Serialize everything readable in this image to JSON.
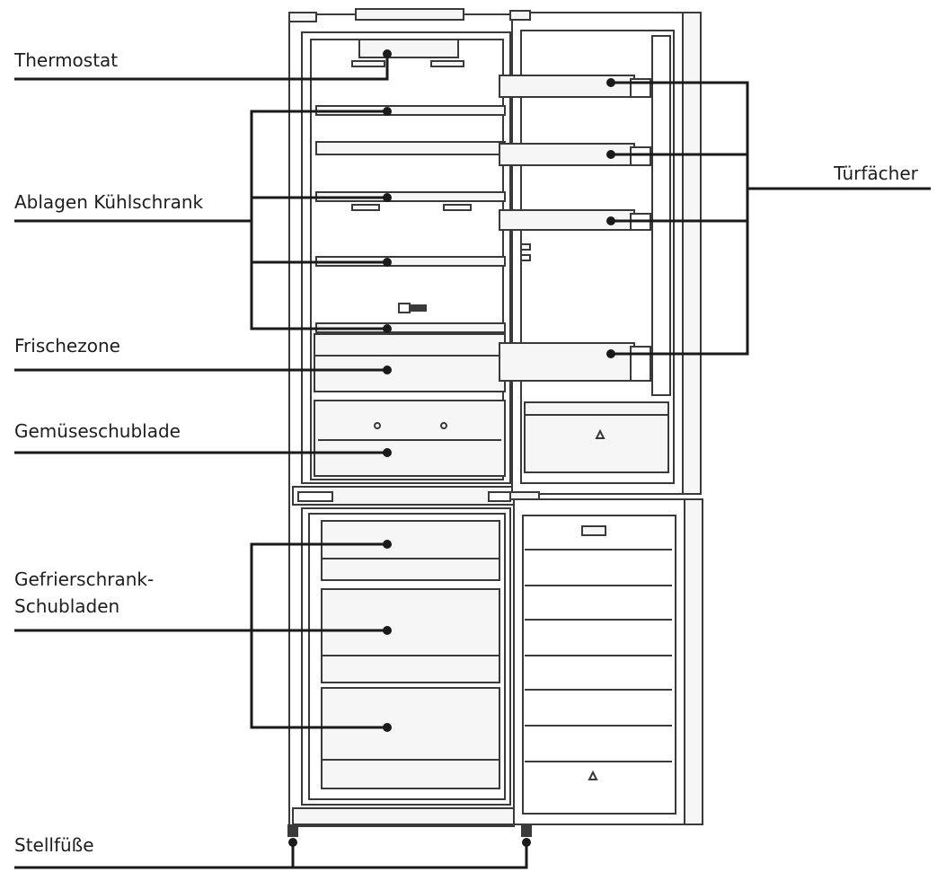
{
  "labels": {
    "thermostat": "Thermostat",
    "shelves": "Ablagen Kühlschrank",
    "crisper_zone": "Frischezone",
    "vegetable_drawer": "Gemüseschublade",
    "freezer_drawers_line1": "Gefrierschrank-",
    "freezer_drawers_line2": "Schubladen",
    "door_racks": "Türfächer",
    "feet": "Stellfüße"
  },
  "colors": {
    "line": "#1a1a1a",
    "outline": "#3a3a3a",
    "fill": "#f6f6f6"
  }
}
